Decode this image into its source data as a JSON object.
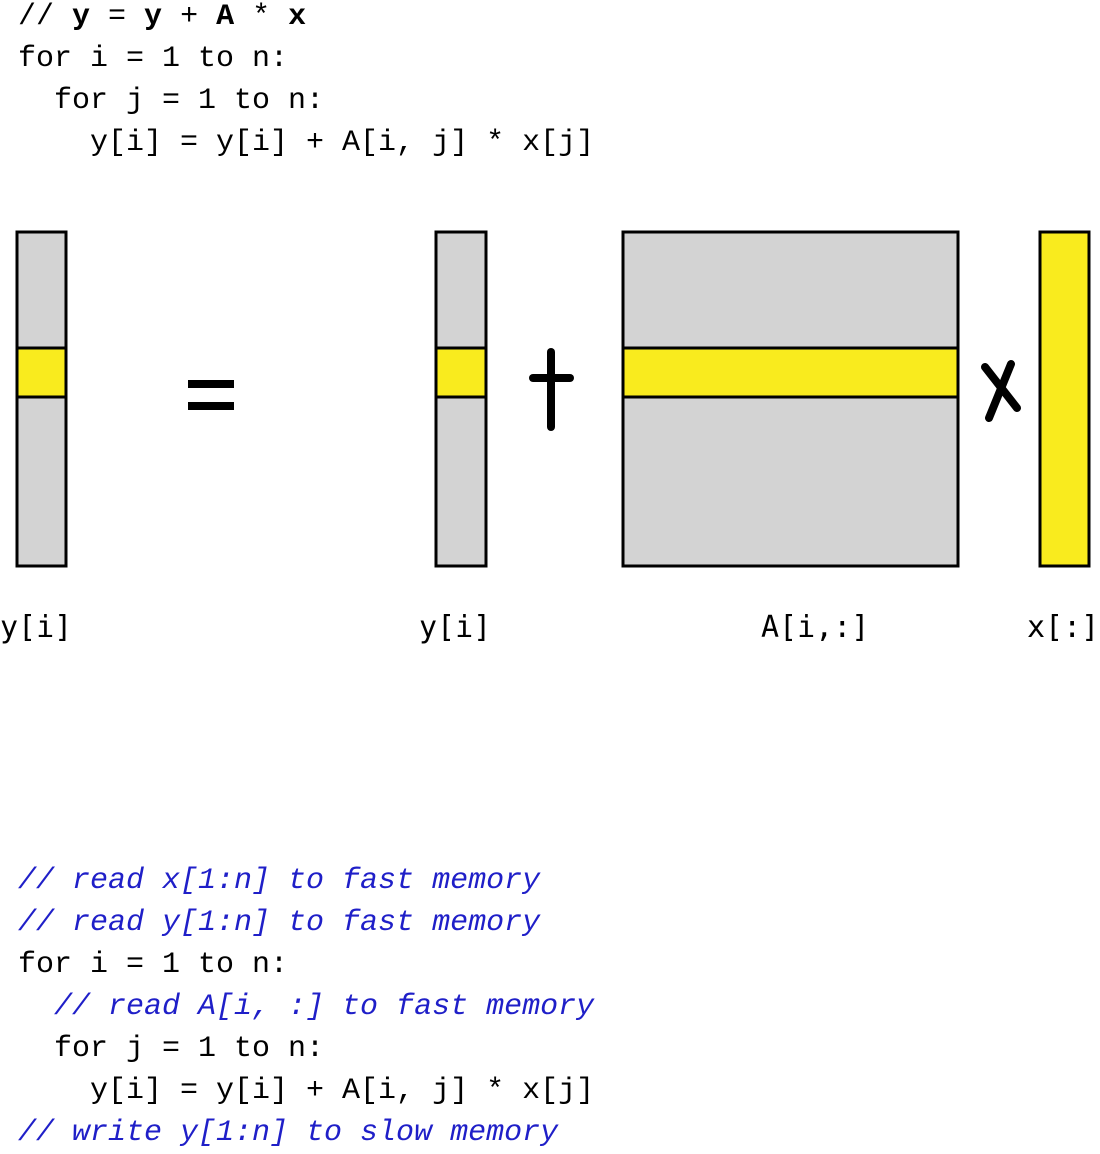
{
  "top_code": {
    "line1": {
      "prefix": "// ",
      "y1": "y",
      "eq": " = ",
      "y2": "y",
      "plus": " + ",
      "A": "A",
      "mul": " * ",
      "x": "x"
    },
    "line2": "for i = 1 to n:",
    "line3": "  for j = 1 to n:",
    "line4": "    y[i] = y[i] + A[i, j] * x[j]"
  },
  "diagram": {
    "operators": {
      "equals": "=",
      "plus": "+",
      "times": "x"
    },
    "labels": {
      "y_left": "y[i]",
      "y_right": "y[i]",
      "A_row": "A[i,:]",
      "x_col": "x[:]"
    },
    "colors": {
      "gray": "#d3d3d3",
      "highlight": "#f9eb1e",
      "stroke": "#000000"
    }
  },
  "bottom_code": {
    "line1": "// read x[1:n] to fast memory",
    "line2": "// read y[1:n] to fast memory",
    "line3": "for i = 1 to n:",
    "line4": "  // read A[i, :] to fast memory",
    "line5": "  for j = 1 to n:",
    "line6": "    y[i] = y[i] + A[i, j] * x[j]",
    "line7": "// write y[1:n] to slow memory"
  }
}
